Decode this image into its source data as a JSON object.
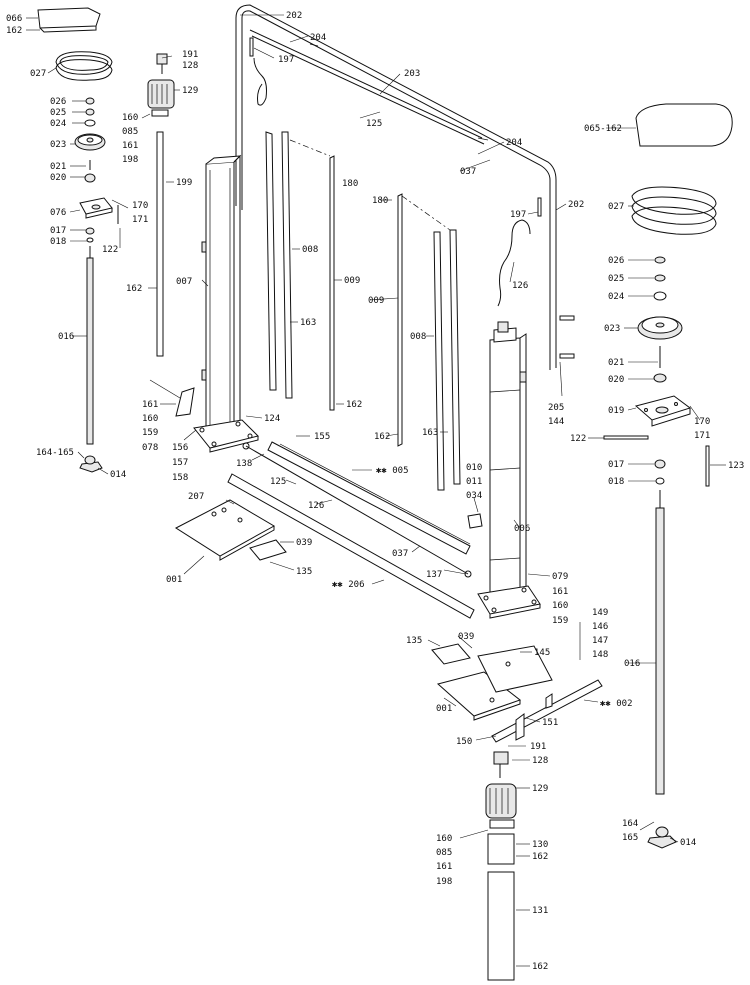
{
  "diagram": {
    "labels": [
      "066",
      "162",
      "027",
      "026",
      "025",
      "024",
      "023",
      "021",
      "020",
      "076",
      "170",
      "171",
      "017",
      "018",
      "122",
      "016",
      "164-165",
      "014",
      "191",
      "128",
      "129",
      "160",
      "085",
      "161",
      "198",
      "199",
      "162",
      "202",
      "204",
      "197",
      "203",
      "125",
      "065-162",
      "037",
      "204",
      "197",
      "202",
      "027",
      "026",
      "025",
      "024",
      "023",
      "021",
      "020",
      "019",
      "170",
      "171",
      "122",
      "017",
      "018",
      "123",
      "016",
      "164",
      "165",
      "014",
      "180",
      "008",
      "009",
      "163",
      "007",
      "180",
      "009",
      "008",
      "162",
      "126",
      "162",
      "163",
      "205",
      "144",
      "161",
      "160",
      "159",
      "078",
      "156",
      "157",
      "158",
      "124",
      "155",
      "138",
      "✱✱ 005",
      "125",
      "126",
      "037",
      "137",
      "207",
      "001",
      "039",
      "135",
      "✱✱ 206",
      "010",
      "011",
      "034",
      "006",
      "079",
      "161",
      "160",
      "159",
      "149",
      "146",
      "147",
      "148",
      "135",
      "039",
      "145",
      "001",
      "✱✱ 002",
      "151",
      "150",
      "191",
      "128",
      "129",
      "160",
      "085",
      "161",
      "198",
      "130",
      "162",
      "131",
      "162"
    ]
  }
}
